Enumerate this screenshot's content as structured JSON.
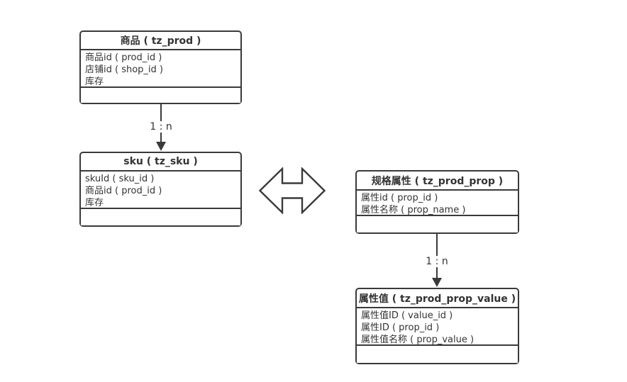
{
  "diagram": {
    "colors": {
      "stroke": "#3a3a3a",
      "text": "#333333",
      "background": "#ffffff"
    },
    "tables": [
      {
        "id": "prod",
        "title": "商品 ( tz_prod )",
        "fields": [
          "商品id ( prod_id )",
          "店铺id ( shop_id )",
          "库存"
        ]
      },
      {
        "id": "sku",
        "title": "sku ( tz_sku )",
        "fields": [
          "skuId ( sku_id )",
          "商品id ( prod_id )",
          "库存"
        ]
      },
      {
        "id": "prop",
        "title": "规格属性 ( tz_prod_prop )",
        "fields": [
          "属性id ( prop_id )",
          "属性名称 ( prop_name )"
        ]
      },
      {
        "id": "prop_value",
        "title": "属性值 ( tz_prod_prop_value )",
        "fields": [
          "属性值ID ( value_id )",
          "属性ID ( prop_id )",
          "属性值名称 ( prop_value )"
        ]
      }
    ],
    "connectors": [
      {
        "from": "商品 ( tz_prod )",
        "to": "sku ( tz_sku )",
        "label": "1 : n"
      },
      {
        "from": "规格属性 ( tz_prod_prop )",
        "to": "属性值 ( tz_prod_prop_value )",
        "label": "1 : n"
      }
    ],
    "relation_icon": "double-horizontal-arrow"
  }
}
